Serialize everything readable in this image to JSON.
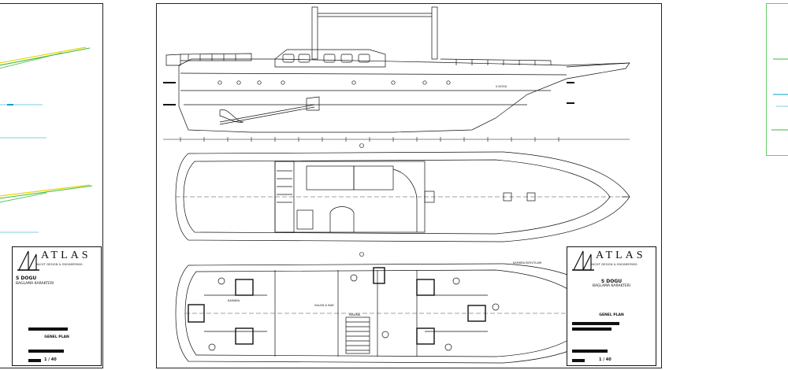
{
  "title_block": {
    "brand": "ATLAS",
    "tagline": "YACHT DESIGN & ENGINEERING",
    "vessel_name": "S DOGU",
    "plan_title": "BAGLAMA KARAKTERI",
    "section_title": "GENEL PLAN",
    "scale": "1 / 40"
  },
  "drawing": {
    "hull_label": "S DOGU",
    "salon_label": "SALON & BAR",
    "mech_label": "MAKINA",
    "cabin_label": "KAMARA",
    "note_label": "KAMARA BOYUTLARI",
    "colors": {
      "line": "#111111",
      "accent_green": "#3cb83c",
      "accent_yellow": "#e8d600",
      "accent_cyan": "#00a0c8"
    }
  }
}
